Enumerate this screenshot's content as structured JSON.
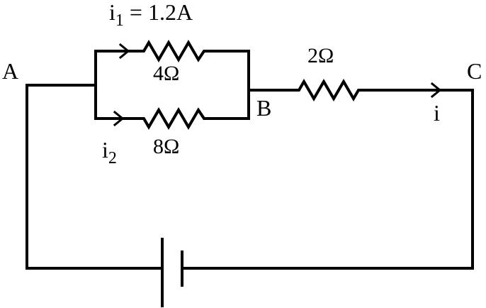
{
  "diagram": {
    "type": "circuit",
    "colors": {
      "stroke": "#000000",
      "background": "#ffffff"
    },
    "nodes": {
      "A": "A",
      "B": "B",
      "C": "C"
    },
    "resistors": [
      {
        "id": "r4",
        "label": "4Ω",
        "branch": "upper parallel"
      },
      {
        "id": "r8",
        "label": "8Ω",
        "branch": "lower parallel"
      },
      {
        "id": "r2",
        "label": "2Ω",
        "branch": "series B to C"
      }
    ],
    "currents": {
      "i1": {
        "symbol": "i",
        "subscript": "1",
        "value_text": " = 1.2A"
      },
      "i2": {
        "symbol": "i",
        "subscript": "2"
      },
      "i": {
        "symbol": "i"
      }
    },
    "battery": {
      "label": ""
    }
  }
}
